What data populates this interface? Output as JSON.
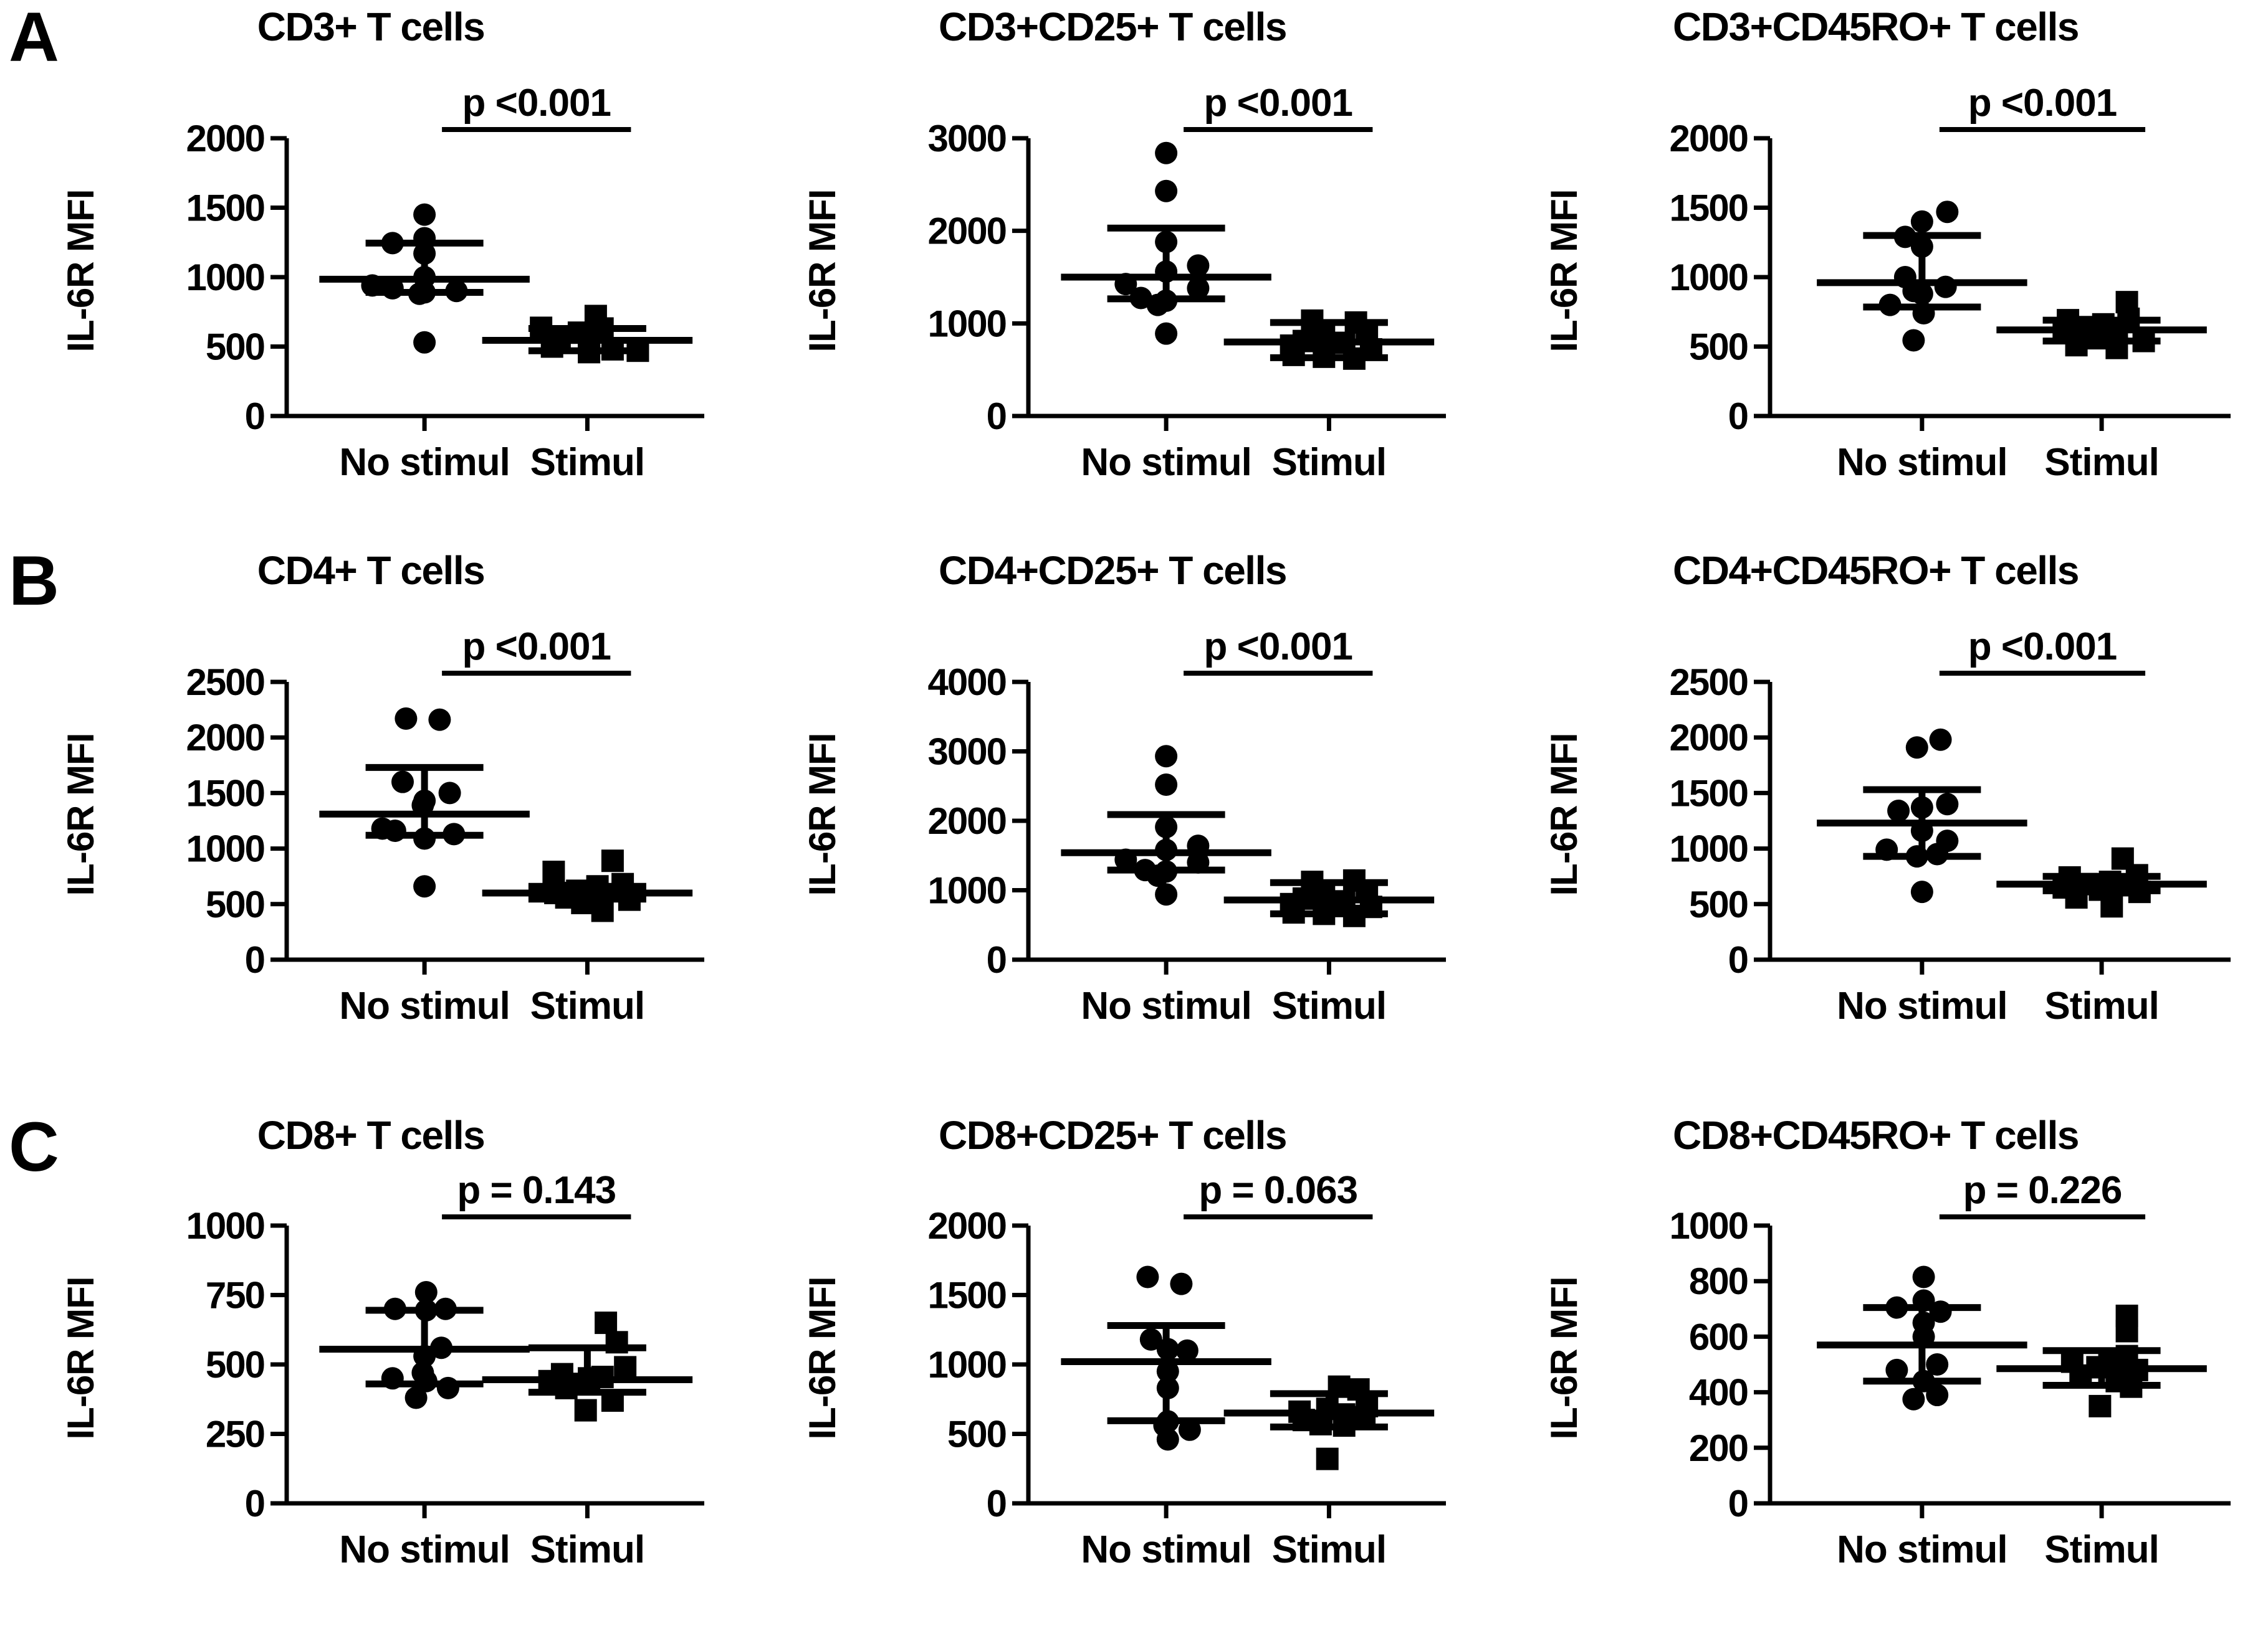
{
  "figure": {
    "row_letters": [
      "A",
      "B",
      "C"
    ],
    "y_axis_title": "IL-6R MFI",
    "group_labels": [
      "No stimul",
      "Stimul"
    ]
  },
  "chart_data": [
    {
      "type": "scatter",
      "panel": "A1",
      "title": "CD3+ T cells",
      "annotation": "p <0.001",
      "xlabel": "",
      "ylabel": "IL-6R MFI",
      "categories": [
        "No stimul",
        "Stimul"
      ],
      "ylim": [
        0,
        2000
      ],
      "yticks": [
        0,
        500,
        1000,
        1500,
        2000
      ],
      "grid": false,
      "legend": "none",
      "series": [
        {
          "name": "No stimul",
          "marker": "circle",
          "mean": 985,
          "err_upper": 1245,
          "err_lower": 890,
          "values": [
            1450,
            1280,
            1245,
            1170,
            1000,
            940,
            920,
            900,
            890,
            880,
            530
          ],
          "jitter": [
            0,
            0,
            -0.38,
            0,
            0,
            -0.62,
            -0.38,
            0.38,
            0,
            -0.06,
            0
          ]
        },
        {
          "name": "Stimul",
          "marker": "square",
          "mean": 545,
          "err_upper": 630,
          "err_lower": 470,
          "values": [
            720,
            635,
            630,
            600,
            570,
            545,
            520,
            500,
            480,
            470,
            460
          ],
          "jitter": [
            0.1,
            -0.55,
            0.18,
            -0.1,
            0.02,
            -0.33,
            0.02,
            -0.42,
            0.3,
            0.6,
            0.02
          ]
        }
      ]
    },
    {
      "type": "scatter",
      "panel": "A2",
      "title": "CD3+CD25+ T cells",
      "annotation": "p <0.001",
      "xlabel": "",
      "ylabel": "IL-6R MFI",
      "categories": [
        "No stimul",
        "Stimul"
      ],
      "ylim": [
        0,
        3000
      ],
      "yticks": [
        0,
        1000,
        2000,
        3000
      ],
      "grid": false,
      "legend": "none",
      "series": [
        {
          "name": "No stimul",
          "marker": "circle",
          "mean": 1500,
          "err_upper": 2030,
          "err_lower": 1265,
          "values": [
            2840,
            2430,
            1880,
            1625,
            1560,
            1425,
            1380,
            1275,
            1245,
            1200,
            890
          ],
          "jitter": [
            0,
            0,
            0,
            0.38,
            0,
            -0.48,
            0.38,
            -0.3,
            0,
            -0.1,
            0
          ]
        },
        {
          "name": "Stimul",
          "marker": "square",
          "mean": 800,
          "err_upper": 1010,
          "err_lower": 630,
          "values": [
            1030,
            1010,
            900,
            860,
            810,
            790,
            760,
            720,
            660,
            640,
            620
          ],
          "jitter": [
            -0.2,
            0.32,
            0.45,
            -0.06,
            -0.3,
            0.18,
            -0.45,
            0.5,
            -0.42,
            -0.06,
            0.3
          ]
        }
      ]
    },
    {
      "type": "scatter",
      "panel": "A3",
      "title": "CD3+CD45RO+ T cells",
      "annotation": "p <0.001",
      "xlabel": "",
      "ylabel": "IL-6R MFI",
      "categories": [
        "No stimul",
        "Stimul"
      ],
      "ylim": [
        0,
        2000
      ],
      "yticks": [
        0,
        500,
        1000,
        1500,
        2000
      ],
      "grid": false,
      "legend": "none",
      "series": [
        {
          "name": "No stimul",
          "marker": "circle",
          "mean": 960,
          "err_upper": 1300,
          "err_lower": 785,
          "values": [
            1470,
            1400,
            1290,
            1220,
            1000,
            930,
            900,
            880,
            800,
            740,
            545
          ],
          "jitter": [
            0.3,
            0,
            -0.2,
            0,
            -0.2,
            0.28,
            -0.1,
            0,
            -0.38,
            0.02,
            -0.1
          ]
        },
        {
          "name": "Stimul",
          "marker": "square",
          "mean": 620,
          "err_upper": 690,
          "err_lower": 540,
          "values": [
            820,
            700,
            690,
            660,
            640,
            620,
            600,
            560,
            540,
            510,
            490
          ],
          "jitter": [
            0.3,
            0.32,
            -0.4,
            0.02,
            -0.2,
            -0.45,
            0.18,
            -0.06,
            0.5,
            -0.3,
            0.18
          ]
        }
      ]
    },
    {
      "type": "scatter",
      "panel": "B1",
      "title": "CD4+ T cells",
      "annotation": "p <0.001",
      "xlabel": "",
      "ylabel": "IL-6R MFI",
      "categories": [
        "No stimul",
        "Stimul"
      ],
      "ylim": [
        0,
        2500
      ],
      "yticks": [
        0,
        500,
        1000,
        1500,
        2000,
        2500
      ],
      "grid": false,
      "legend": "none",
      "series": [
        {
          "name": "No stimul",
          "marker": "circle",
          "mean": 1310,
          "err_upper": 1730,
          "err_lower": 1120,
          "values": [
            2170,
            2160,
            1600,
            1500,
            1430,
            1390,
            1180,
            1160,
            1130,
            1090,
            660
          ],
          "jitter": [
            -0.22,
            0.18,
            -0.26,
            0.3,
            0,
            -0.02,
            -0.5,
            -0.35,
            0.35,
            0,
            0
          ]
        },
        {
          "name": "Stimul",
          "marker": "square",
          "mean": 600,
          "err_upper": 660,
          "err_lower": 545,
          "values": [
            890,
            790,
            680,
            660,
            620,
            600,
            580,
            560,
            540,
            510,
            440
          ],
          "jitter": [
            0.3,
            -0.4,
            0.42,
            0.12,
            -0.12,
            -0.38,
            0.02,
            -0.25,
            0.5,
            -0.06,
            0.18
          ]
        }
      ]
    },
    {
      "type": "scatter",
      "panel": "B2",
      "title": "CD4+CD25+ T cells",
      "annotation": "p <0.001",
      "xlabel": "",
      "ylabel": "IL-6R MFI",
      "categories": [
        "No stimul",
        "Stimul"
      ],
      "ylim": [
        0,
        4000
      ],
      "yticks": [
        0,
        1000,
        2000,
        3000,
        4000
      ],
      "grid": false,
      "legend": "none",
      "series": [
        {
          "name": "No stimul",
          "marker": "circle",
          "mean": 1540,
          "err_upper": 2090,
          "err_lower": 1290,
          "values": [
            2930,
            2520,
            1910,
            1640,
            1580,
            1440,
            1400,
            1290,
            1270,
            1210,
            940
          ],
          "jitter": [
            0,
            0,
            0,
            0.38,
            0,
            -0.48,
            0.38,
            -0.25,
            0,
            -0.1,
            0
          ]
        },
        {
          "name": "Stimul",
          "marker": "square",
          "mean": 860,
          "err_upper": 1110,
          "err_lower": 660,
          "values": [
            1140,
            1120,
            990,
            950,
            880,
            840,
            800,
            760,
            680,
            660,
            630
          ],
          "jitter": [
            0.3,
            -0.2,
            0.45,
            -0.06,
            -0.3,
            0.18,
            -0.45,
            0.5,
            -0.42,
            -0.06,
            0.3
          ]
        }
      ]
    },
    {
      "type": "scatter",
      "panel": "B3",
      "title": "CD4+CD45RO+ T cells",
      "annotation": "p <0.001",
      "xlabel": "",
      "ylabel": "IL-6R MFI",
      "categories": [
        "No stimul",
        "Stimul"
      ],
      "ylim": [
        0,
        2500
      ],
      "yticks": [
        0,
        500,
        1000,
        1500,
        2000,
        2500
      ],
      "grid": false,
      "legend": "none",
      "series": [
        {
          "name": "No stimul",
          "marker": "circle",
          "mean": 1230,
          "err_upper": 1530,
          "err_lower": 930,
          "values": [
            1980,
            1910,
            1400,
            1370,
            1340,
            1160,
            1070,
            990,
            950,
            930,
            610
          ],
          "jitter": [
            0.22,
            -0.06,
            0.3,
            0,
            -0.28,
            0,
            0.3,
            -0.42,
            0.18,
            -0.06,
            0
          ]
        },
        {
          "name": "Stimul",
          "marker": "square",
          "mean": 680,
          "err_upper": 750,
          "err_lower": 620,
          "values": [
            910,
            760,
            740,
            700,
            680,
            670,
            650,
            630,
            610,
            560,
            480
          ],
          "jitter": [
            0.25,
            0.42,
            -0.38,
            0.1,
            -0.18,
            0.2,
            -0.45,
            -0.02,
            0.45,
            -0.3,
            0.12
          ]
        }
      ]
    },
    {
      "type": "scatter",
      "panel": "C1",
      "title": "CD8+ T cells",
      "annotation": "p = 0.143",
      "xlabel": "",
      "ylabel": "IL-6R MFI",
      "categories": [
        "No stimul",
        "Stimul"
      ],
      "ylim": [
        0,
        1000
      ],
      "yticks": [
        0,
        250,
        500,
        750,
        1000
      ],
      "grid": false,
      "legend": "none",
      "series": [
        {
          "name": "No stimul",
          "marker": "circle",
          "mean": 555,
          "err_upper": 695,
          "err_lower": 430,
          "values": [
            760,
            700,
            700,
            695,
            560,
            530,
            470,
            450,
            440,
            415,
            380
          ],
          "jitter": [
            0.02,
            -0.35,
            0.25,
            0.02,
            0.2,
            0,
            -0.02,
            -0.38,
            0.02,
            0.28,
            -0.1
          ]
        },
        {
          "name": "Stimul",
          "marker": "square",
          "mean": 445,
          "err_upper": 560,
          "err_lower": 400,
          "values": [
            650,
            580,
            490,
            465,
            455,
            450,
            440,
            430,
            415,
            370,
            335
          ],
          "jitter": [
            0.22,
            0.35,
            0.45,
            -0.3,
            0.18,
            0.02,
            -0.45,
            -0.1,
            -0.25,
            0.3,
            -0.02
          ]
        }
      ]
    },
    {
      "type": "scatter",
      "panel": "C2",
      "title": "CD8+CD25+ T cells",
      "annotation": "p = 0.063",
      "xlabel": "",
      "ylabel": "IL-6R MFI",
      "categories": [
        "No stimul",
        "Stimul"
      ],
      "ylim": [
        0,
        2000
      ],
      "yticks": [
        0,
        500,
        1000,
        1500,
        2000
      ],
      "grid": false,
      "legend": "none",
      "series": [
        {
          "name": "No stimul",
          "marker": "circle",
          "mean": 1020,
          "err_upper": 1280,
          "err_lower": 595,
          "values": [
            1630,
            1580,
            1180,
            1110,
            1100,
            950,
            830,
            590,
            560,
            530,
            460
          ],
          "jitter": [
            -0.22,
            0.18,
            -0.18,
            0.02,
            0.25,
            0.02,
            0.02,
            0.02,
            -0.02,
            0.28,
            0.02
          ]
        },
        {
          "name": "Stimul",
          "marker": "square",
          "mean": 650,
          "err_upper": 790,
          "err_lower": 550,
          "values": [
            840,
            820,
            700,
            680,
            660,
            640,
            620,
            600,
            570,
            560,
            320
          ],
          "jitter": [
            0.12,
            0.35,
            0.45,
            -0.02,
            -0.35,
            0.18,
            0.42,
            -0.3,
            -0.1,
            0.18,
            -0.02
          ]
        }
      ]
    },
    {
      "type": "scatter",
      "panel": "C3",
      "title": "CD8+CD45RO+ T cells",
      "annotation": "p = 0.226",
      "xlabel": "",
      "ylabel": "IL-6R MFI",
      "categories": [
        "No stimul",
        "Stimul"
      ],
      "ylim": [
        0,
        1000
      ],
      "yticks": [
        0,
        200,
        400,
        600,
        800,
        1000
      ],
      "grid": false,
      "legend": "none",
      "series": [
        {
          "name": "No stimul",
          "marker": "circle",
          "mean": 570,
          "err_upper": 705,
          "err_lower": 440,
          "values": [
            815,
            730,
            705,
            690,
            650,
            600,
            500,
            480,
            440,
            390,
            375
          ],
          "jitter": [
            0.02,
            0.02,
            -0.3,
            0.22,
            0.02,
            0.02,
            0.18,
            -0.3,
            0.02,
            0.18,
            -0.1
          ]
        },
        {
          "name": "Stimul",
          "marker": "square",
          "mean": 485,
          "err_upper": 550,
          "err_lower": 425,
          "values": [
            675,
            620,
            530,
            510,
            500,
            490,
            480,
            460,
            440,
            420,
            350
          ],
          "jitter": [
            0.3,
            0.3,
            0.3,
            -0.35,
            0.12,
            -0.05,
            0.42,
            -0.25,
            0.18,
            0.35,
            -0.02
          ]
        }
      ]
    }
  ]
}
